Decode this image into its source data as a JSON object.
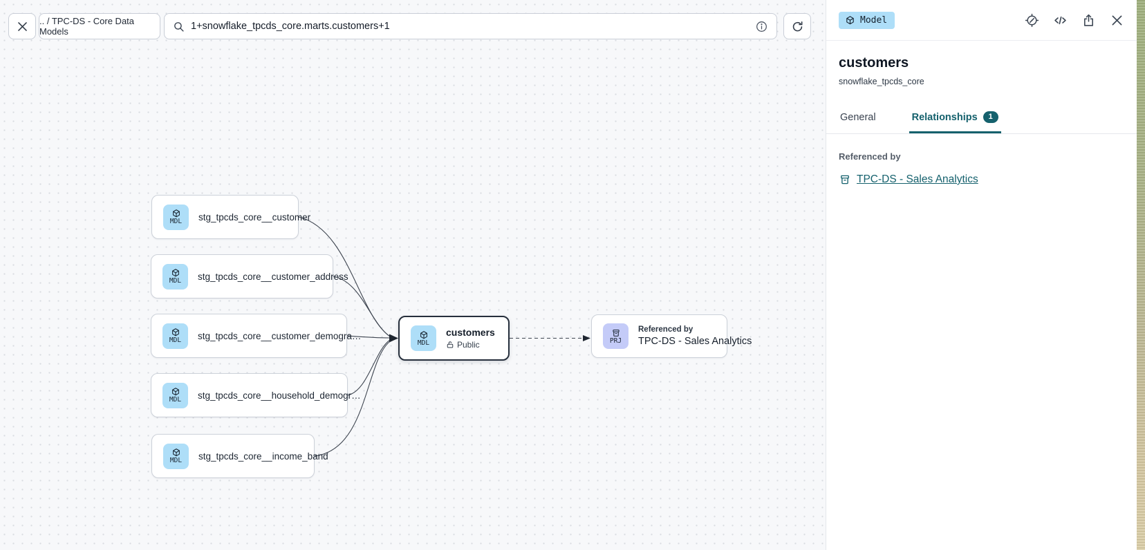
{
  "topbar": {
    "breadcrumb": ".. / TPC-DS - Core Data Models",
    "search_value": "1+snowflake_tpcds_core.marts.customers+1"
  },
  "graph": {
    "upstream_nodes": [
      {
        "badge": "MDL",
        "label": "stg_tpcds_core__customer"
      },
      {
        "badge": "MDL",
        "label": "stg_tpcds_core__customer_address"
      },
      {
        "badge": "MDL",
        "label": "stg_tpcds_core__customer_demogra…"
      },
      {
        "badge": "MDL",
        "label": "stg_tpcds_core__household_demogr…"
      },
      {
        "badge": "MDL",
        "label": "stg_tpcds_core__income_band"
      }
    ],
    "selected_node": {
      "badge": "MDL",
      "title": "customers",
      "access": "Public"
    },
    "reference_node": {
      "badge": "PRJ",
      "kicker": "Referenced by",
      "title": "TPC-DS - Sales Analytics"
    }
  },
  "panel": {
    "type_badge": "Model",
    "title": "customers",
    "subtitle": "snowflake_tpcds_core",
    "tabs": {
      "general": "General",
      "relationships": "Relationships",
      "relationships_count": "1"
    },
    "section_title": "Referenced by",
    "reference_link": "TPC-DS - Sales Analytics"
  },
  "colors": {
    "accent_teal": "#15616d",
    "model_badge_blue": "#aedef8",
    "project_badge_purple": "#c4cbf8",
    "canvas_background": "#f7f8fa",
    "selected_border": "#262f3c"
  }
}
